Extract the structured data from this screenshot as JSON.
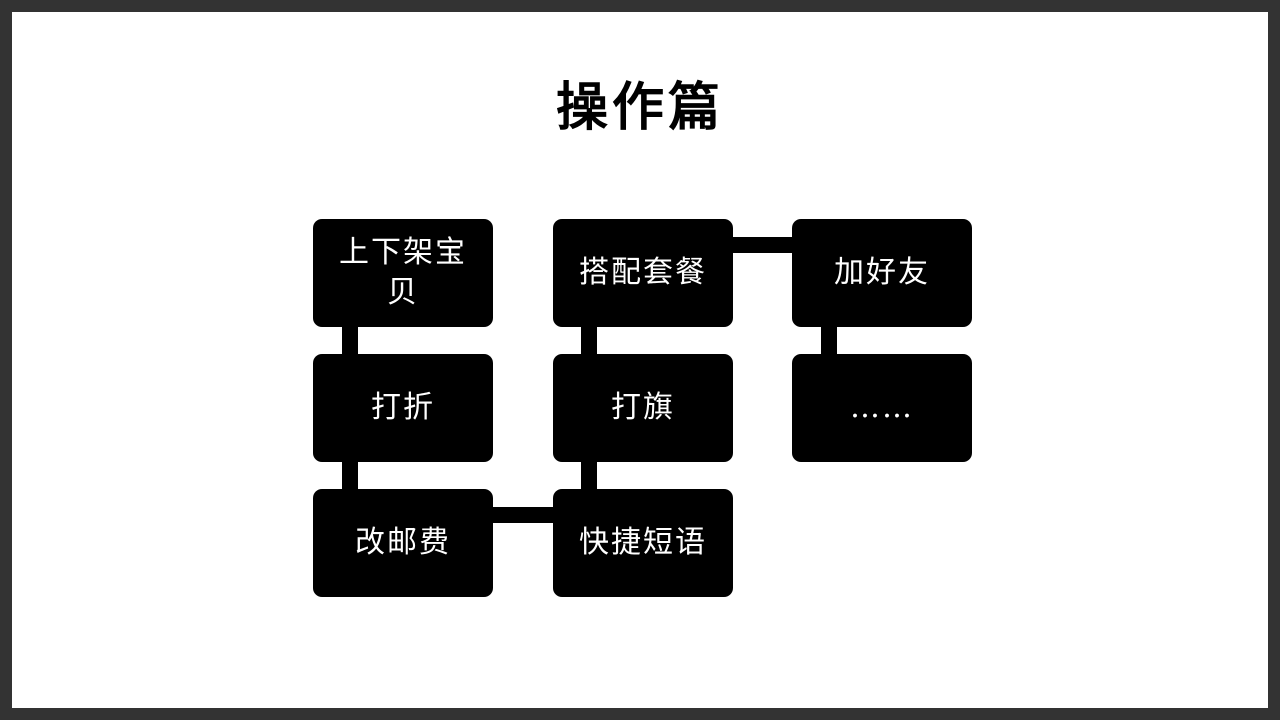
{
  "title": "操作篇",
  "boxes": {
    "shelf": "上下架宝贝",
    "discount": "打折",
    "postage": "改邮费",
    "bundle": "搭配套餐",
    "flag": "打旗",
    "quick_phrase": "快捷短语",
    "add_friend": "加好友",
    "more": "……"
  }
}
